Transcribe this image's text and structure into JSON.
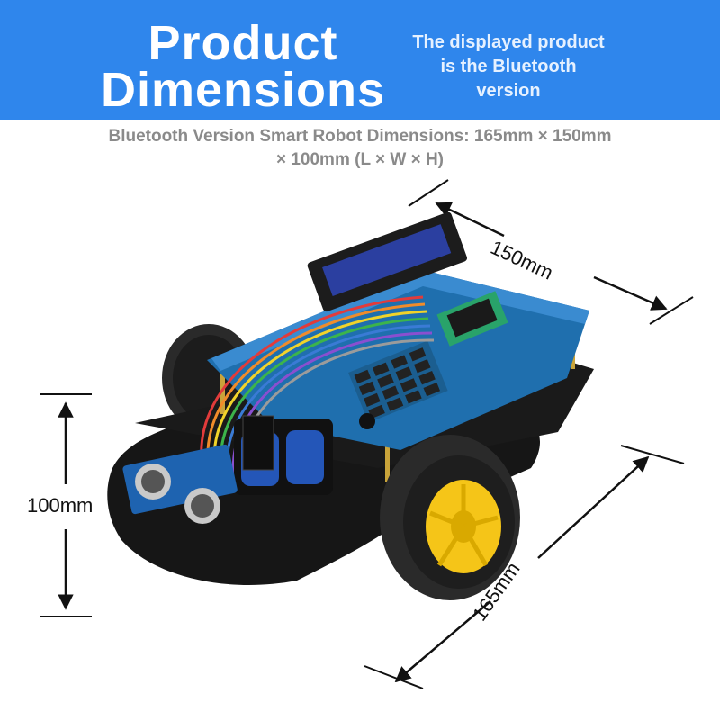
{
  "banner": {
    "title_line1": "Product",
    "title_line2": "Dimensions",
    "note_line1": "The displayed product",
    "note_line2": "is the Bluetooth",
    "note_line3": "version"
  },
  "subtitle": {
    "line1": "Bluetooth Version Smart Robot Dimensions: 165mm × 150mm",
    "line2": "× 100mm (L × W × H)"
  },
  "dimensions": {
    "height": "100mm",
    "width": "150mm",
    "length": "165mm"
  },
  "colors": {
    "banner": "#2f86ec",
    "subtitle": "#8a8a8a",
    "chassis": "#161616",
    "pcb": "#1f6fae",
    "wheel_hub": "#f5c518",
    "tire": "#2a2a2a"
  }
}
